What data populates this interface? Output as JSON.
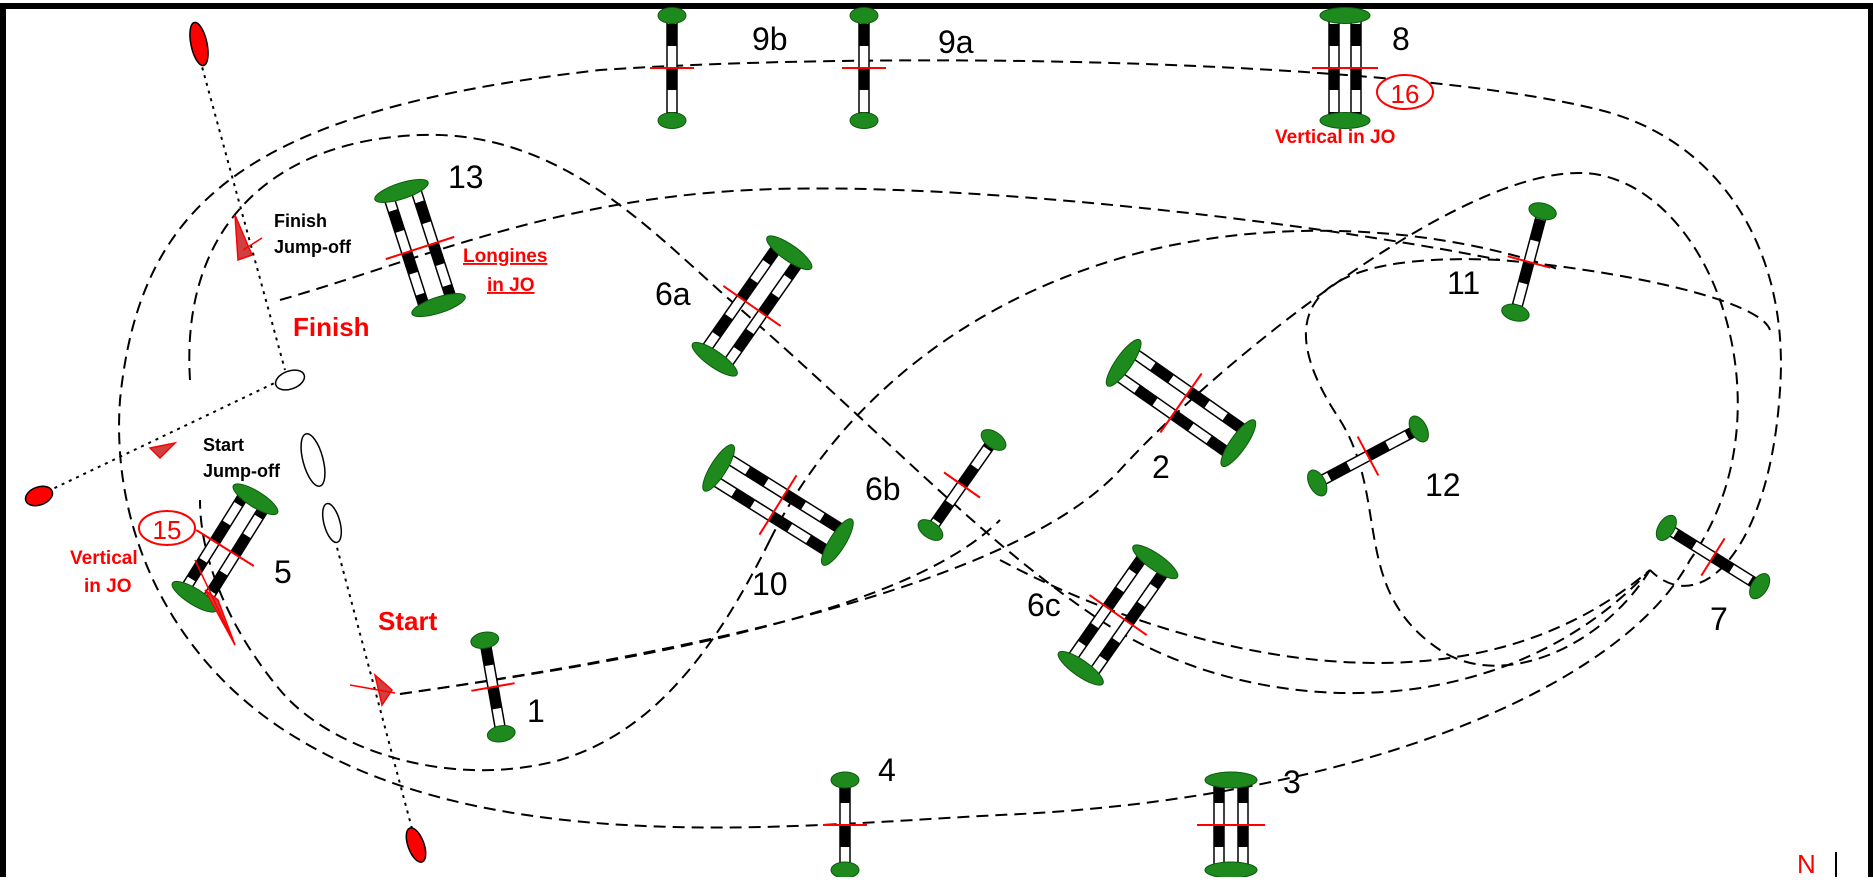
{
  "labels": {
    "fence_1": "1",
    "fence_2": "2",
    "fence_3": "3",
    "fence_4": "4",
    "fence_5": "5",
    "fence_6a": "6a",
    "fence_6b": "6b",
    "fence_6c": "6c",
    "fence_7": "7",
    "fence_8": "8",
    "fence_9a": "9a",
    "fence_9b": "9b",
    "fence_10": "10",
    "fence_11": "11",
    "fence_12": "12",
    "fence_13": "13",
    "fence_15": "15",
    "fence_16": "16",
    "start": "Start",
    "finish": "Finish",
    "start_jumpoff_1": "Start",
    "start_jumpoff_2": "Jump-off",
    "finish_jumpoff_1": "Finish",
    "finish_jumpoff_2": "Jump-off",
    "vertical_jo_8": "Vertical in JO",
    "vertical_jo_5_1": "Vertical",
    "vertical_jo_5_2": "in JO",
    "longines_1": "Longines",
    "longines_2": "in JO",
    "north": "N"
  },
  "colors": {
    "red": "#ff0000",
    "green": "#1e8a1e",
    "black": "#000000"
  }
}
